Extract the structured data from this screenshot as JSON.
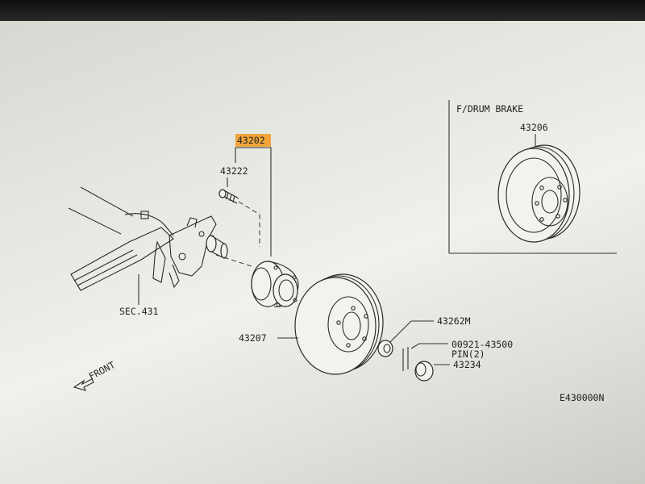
{
  "inset": {
    "title": "F/DRUM BRAKE",
    "part": "43206"
  },
  "highlight_color": "#f0a43a",
  "parts": {
    "hub_bearing": "43202",
    "hub_bolt": "43222",
    "rotor": "43207",
    "nut": "43262M",
    "pin_number": "00921-43500",
    "pin_qty": "PIN(2)",
    "cap": "43234",
    "section_ref": "SEC.431"
  },
  "direction": "FRONT",
  "diagram_id": "E430000N"
}
